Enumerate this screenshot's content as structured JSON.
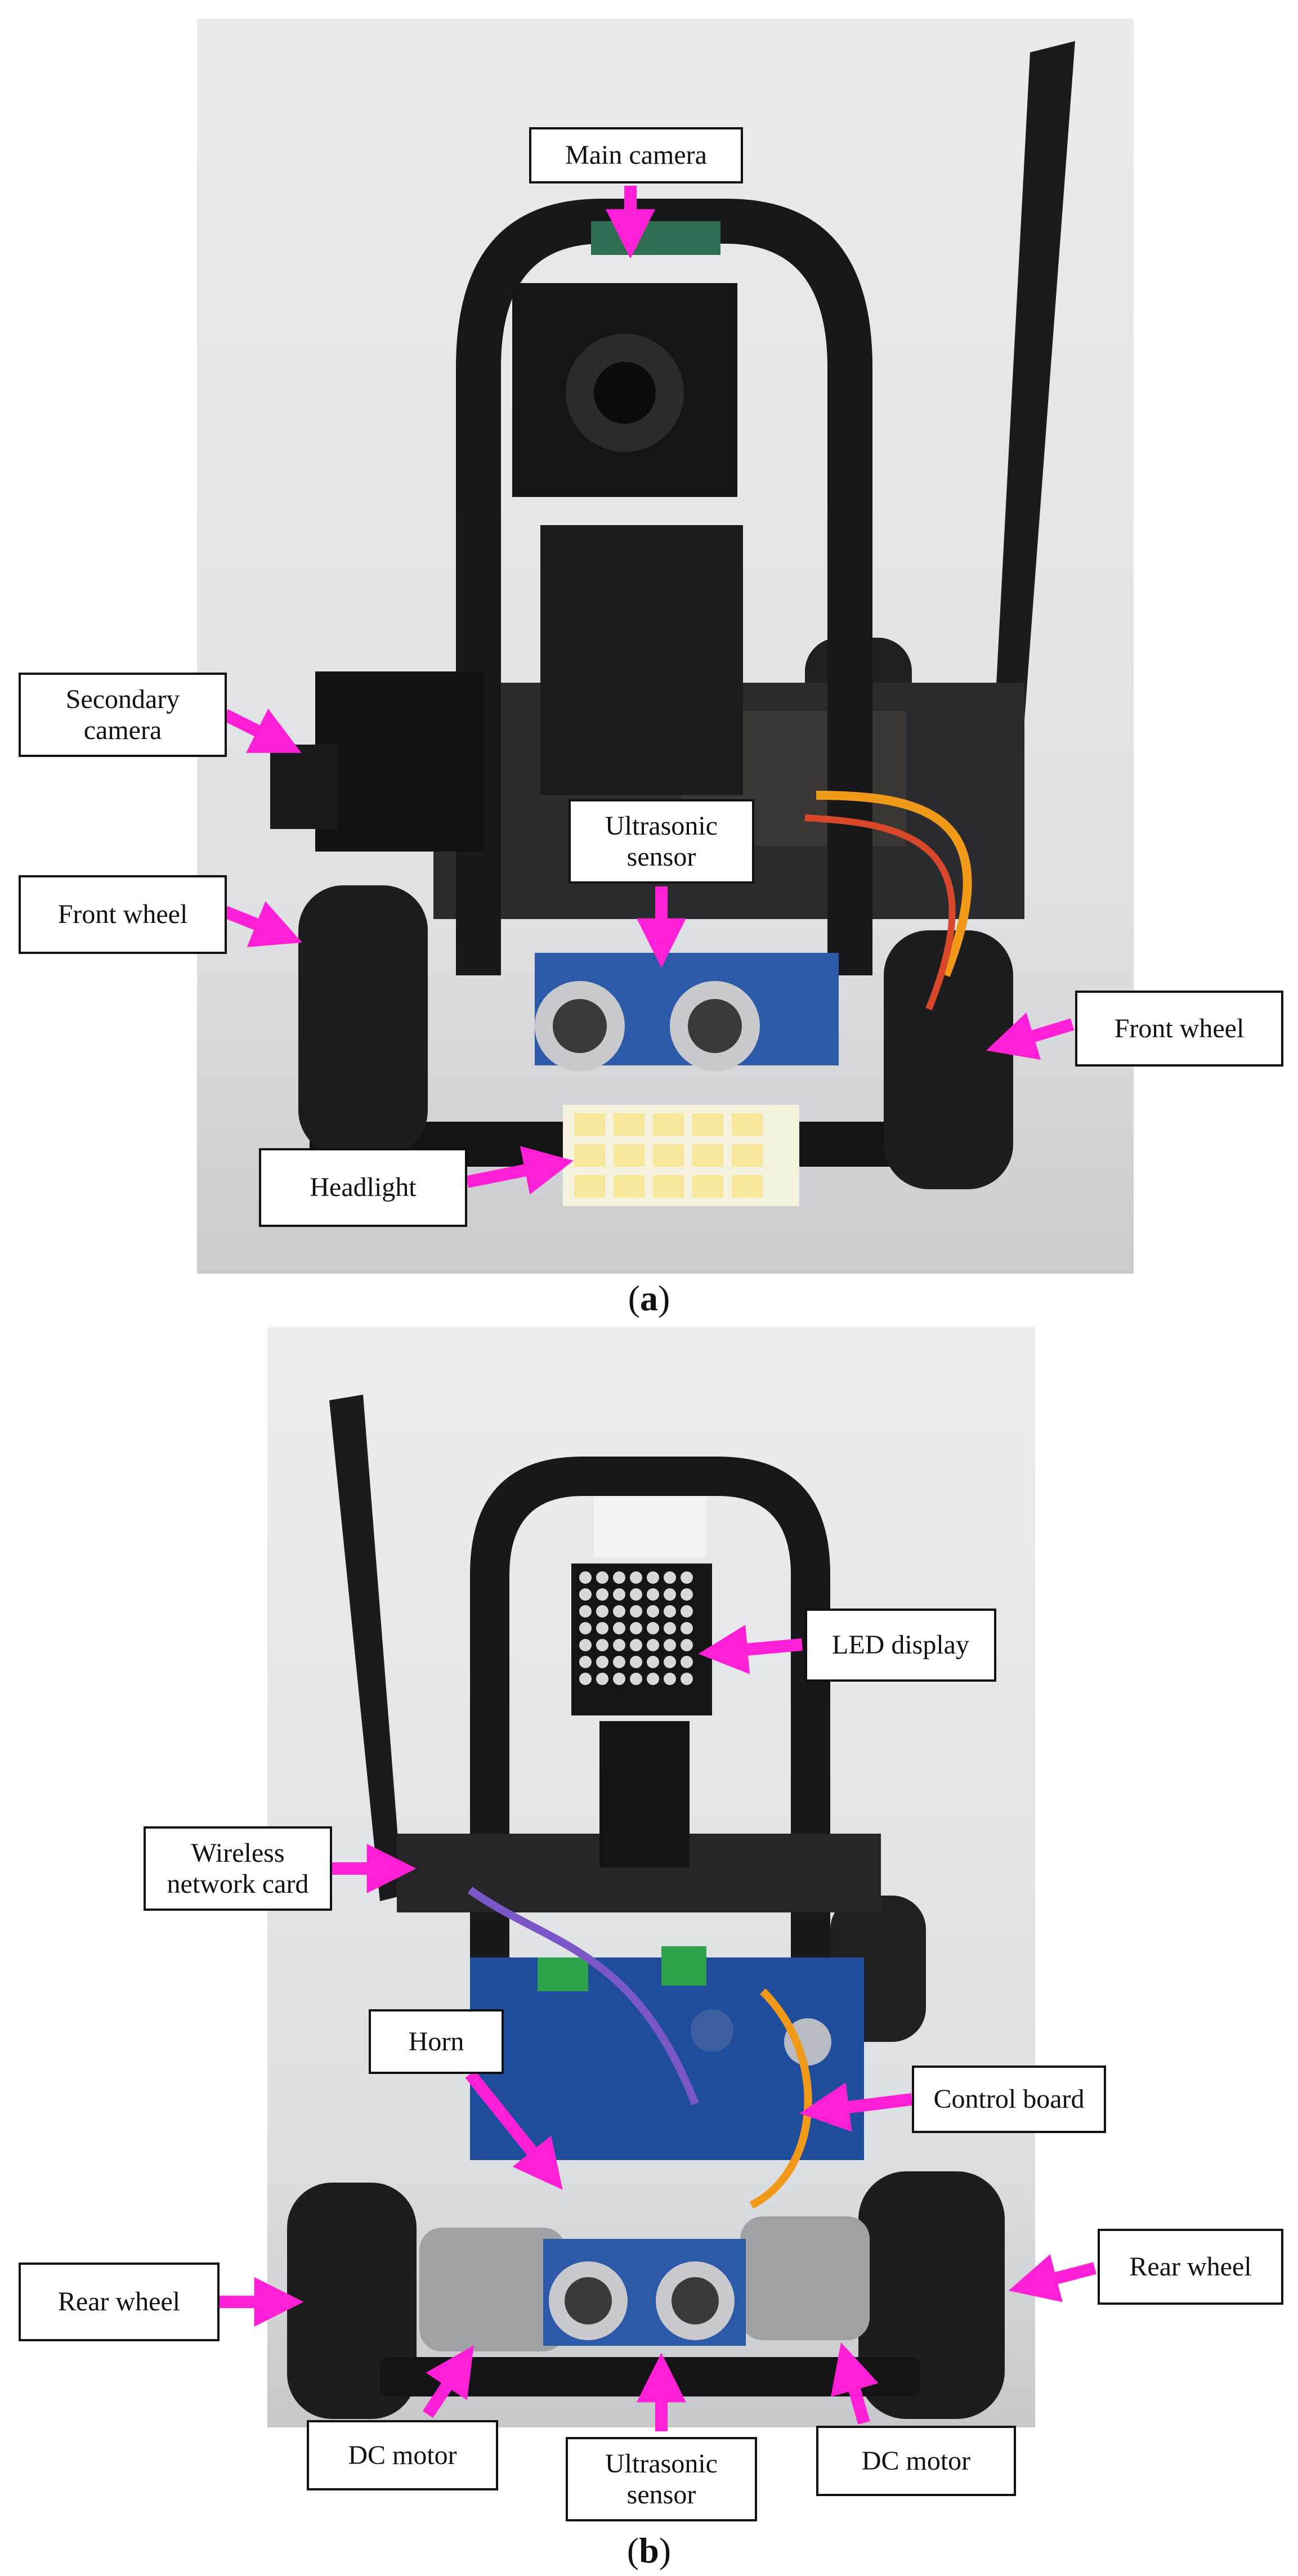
{
  "panels": [
    {
      "caption_open": "(",
      "caption_letter": "a",
      "caption_close": ")",
      "labels": [
        "Main camera",
        "Secondary\ncamera",
        "Ultrasonic\nsensor",
        "Front wheel",
        "Front wheel",
        "Headlight"
      ]
    },
    {
      "caption_open": "(",
      "caption_letter": "b",
      "caption_close": ")",
      "labels": [
        "LED display",
        "Wireless\nnetwork card",
        "Horn",
        "Control board",
        "Rear wheel",
        "Rear wheel",
        "DC motor",
        "Ultrasonic\nsensor",
        "DC motor"
      ]
    }
  ],
  "colors": {
    "arrow": "#ff1fd6",
    "frame": "#111111"
  }
}
